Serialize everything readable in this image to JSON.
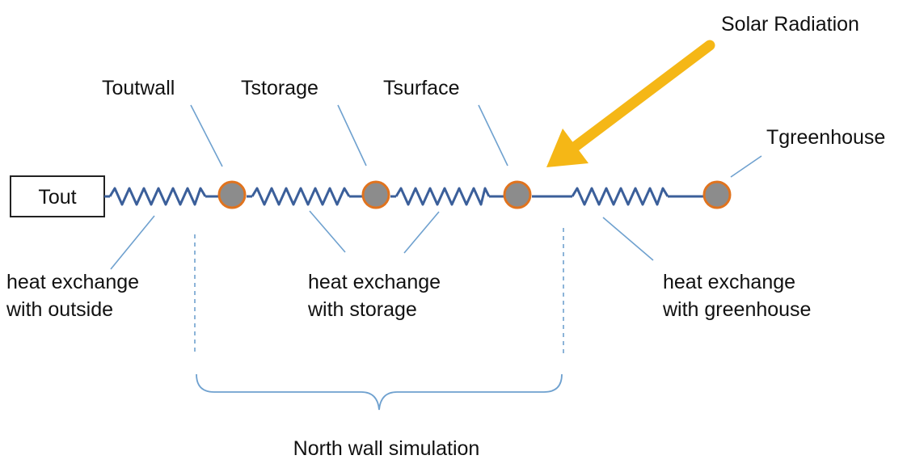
{
  "labels": {
    "tout": "Tout",
    "toutwall": "Toutwall",
    "tstorage": "Tstorage",
    "tsurface": "Tsurface",
    "tgreenhouse": "Tgreenhouse",
    "solar_radiation": "Solar Radiation",
    "heat_outside_1": "heat exchange",
    "heat_outside_2": "with outside",
    "heat_storage_1": "heat exchange",
    "heat_storage_2": "with storage",
    "heat_greenhouse_1": "heat exchange",
    "heat_greenhouse_2": "with greenhouse",
    "north_wall": "North wall simulation"
  },
  "colors": {
    "wire": "#3b5f9a",
    "leader": "#6fa1cf",
    "node_fill": "#8c8c8c",
    "node_stroke": "#e0731e",
    "arrow": "#f5b716",
    "box_stroke": "#222222"
  }
}
